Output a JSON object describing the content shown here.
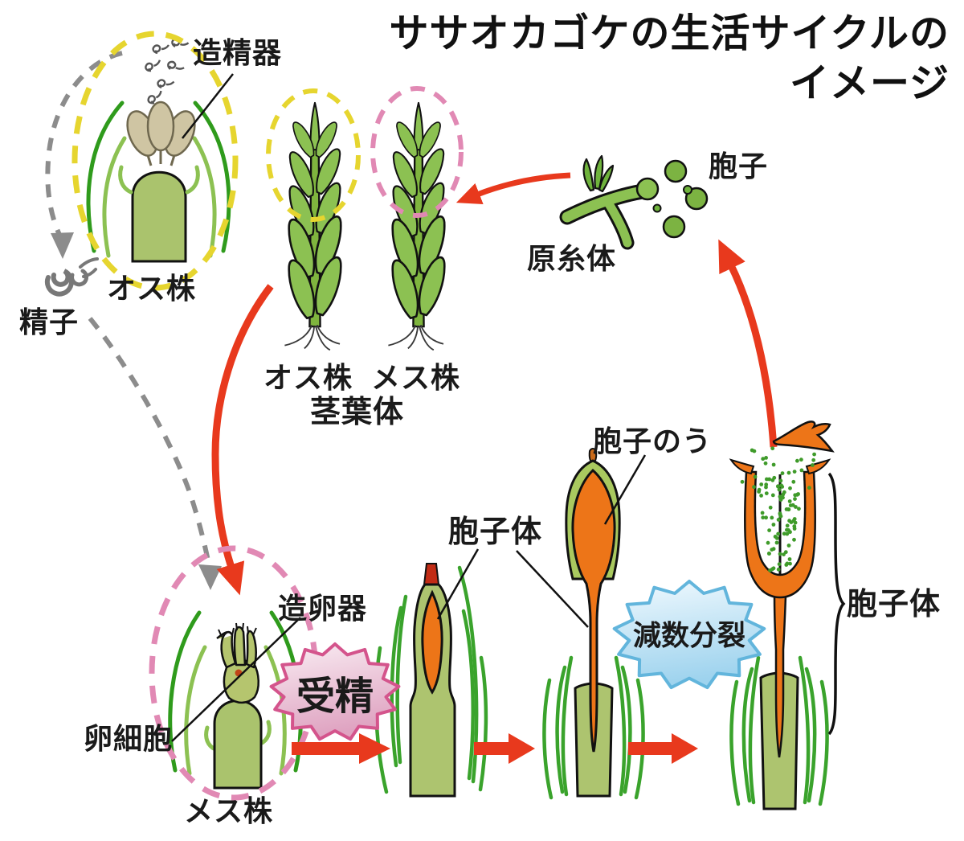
{
  "title": {
    "line1": "ササオカゴケの生活サイクルの",
    "line2": "イメージ"
  },
  "stages": {
    "male_shoot_tip": {
      "label": "オス株",
      "organ": "造精器",
      "cell": "精子"
    },
    "leafy_shoots": {
      "male": "オス株",
      "female": "メス株",
      "caption": "茎葉体"
    },
    "protonema": {
      "label": "原糸体"
    },
    "spores": {
      "label": "胞子"
    },
    "female_shoot_tip": {
      "label": "メス株",
      "organ": "造卵器",
      "cell": "卵細胞"
    },
    "young_sporophyte": {
      "label": "胞子体"
    },
    "sporangium": {
      "label": "胞子のう"
    },
    "mature_sporophyte": {
      "label": "胞子体"
    }
  },
  "processes": {
    "fertilization": "受精",
    "meiosis": "減数分裂"
  },
  "colors": {
    "arrow_red": "#e8391d",
    "highlight_yellow": "#e6d52f",
    "highlight_pink": "#e189b4",
    "sperm_path_gray": "#8c8c8c",
    "leaf_green": "#8cc152",
    "leaf_line_green": "#3aa32c",
    "shoot_olive": "#adc46f",
    "sporophyte_orange": "#ed7518",
    "antheridium_tan": "#cfc5a3",
    "spore_green": "#3f9b2a",
    "fertilization_pink": "#d4548c",
    "meiosis_blue": "#62b5dc"
  }
}
